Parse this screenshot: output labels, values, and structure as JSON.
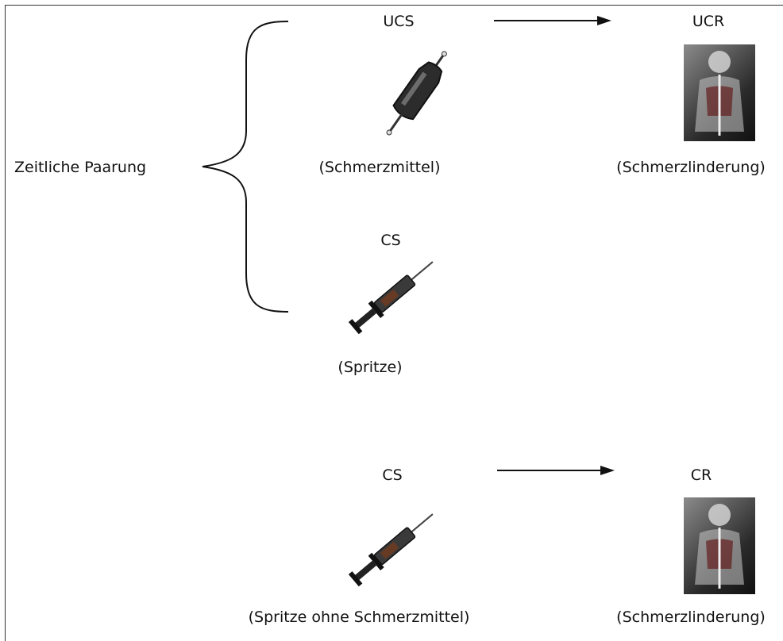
{
  "pairing_label": "Zeitliche Paarung",
  "top": {
    "ucs": {
      "label": "UCS",
      "caption": "(Schmerzmittel)",
      "icon": "ampoule-icon"
    },
    "ucr": {
      "label": "UCR",
      "caption": "(Schmerzlinderung)",
      "icon": "xray-body-icon"
    },
    "cs": {
      "label": "CS",
      "caption": "(Spritze)",
      "icon": "syringe-icon"
    }
  },
  "bottom": {
    "cs": {
      "label": "CS",
      "caption": "(Spritze ohne Schmerzmittel)",
      "icon": "syringe-icon"
    },
    "cr": {
      "label": "CR",
      "caption": "(Schmerzlinderung)",
      "icon": "xray-body-icon"
    }
  }
}
